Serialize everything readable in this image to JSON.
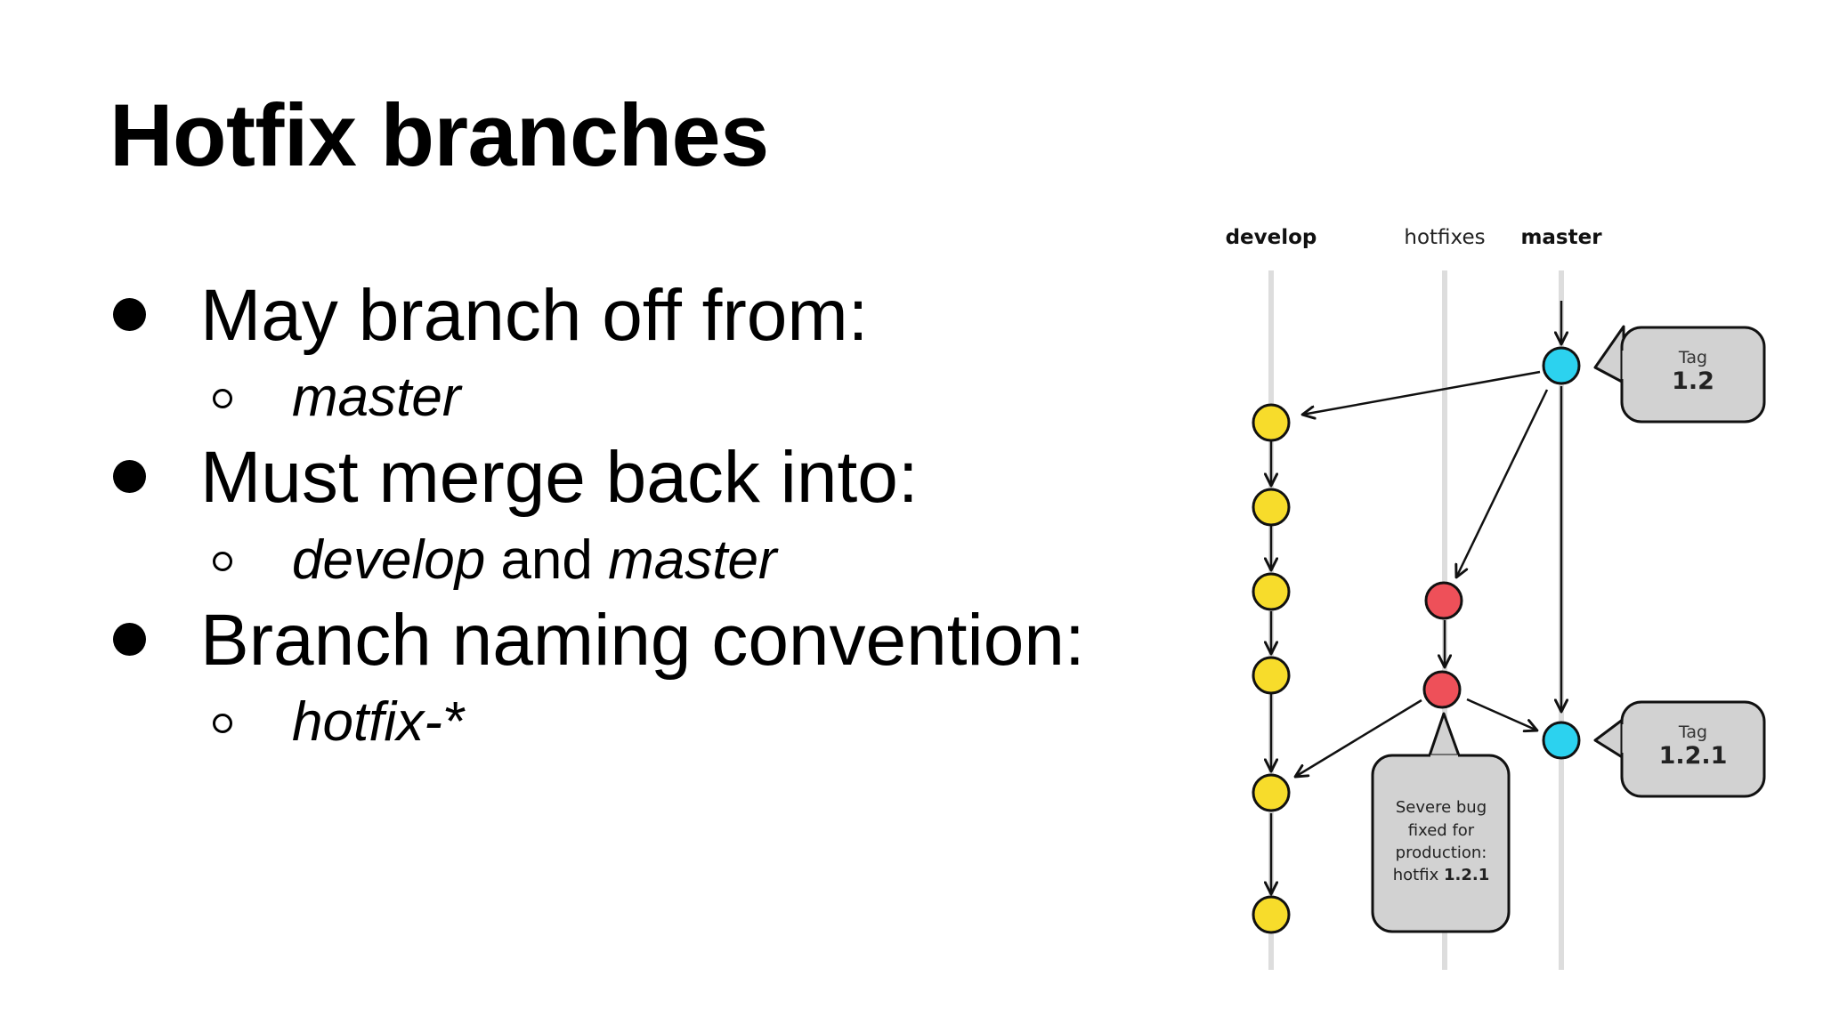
{
  "slide": {
    "title": "Hotfix branches",
    "bullets": [
      {
        "text": "May branch off from:",
        "sub": [
          {
            "parts": [
              {
                "t": "master",
                "i": true
              }
            ]
          }
        ]
      },
      {
        "text": "Must merge back into:",
        "sub": [
          {
            "parts": [
              {
                "t": "develop",
                "i": true
              },
              {
                "t": " and ",
                "i": false
              },
              {
                "t": "master",
                "i": true
              }
            ]
          }
        ]
      },
      {
        "text": "Branch naming convention:",
        "sub": [
          {
            "parts": [
              {
                "t": "hotfix-*",
                "i": true
              }
            ]
          }
        ]
      }
    ]
  },
  "diagram": {
    "branches": {
      "develop": "develop",
      "hotfixes": "hotfixes",
      "master": "master"
    },
    "tag1": {
      "label": "Tag",
      "version": "1.2"
    },
    "tag2": {
      "label": "Tag",
      "version": "1.2.1"
    },
    "note": {
      "line1": "Severe bug",
      "line2": "fixed for",
      "line3": "production:",
      "line4": "hotfix",
      "line4b": "1.2.1"
    },
    "colors": {
      "develop": "#f7dc2b",
      "hotfix": "#ee5059",
      "master": "#2cd2ef",
      "track": "#dddddd",
      "box": "#d2d2d2"
    }
  }
}
